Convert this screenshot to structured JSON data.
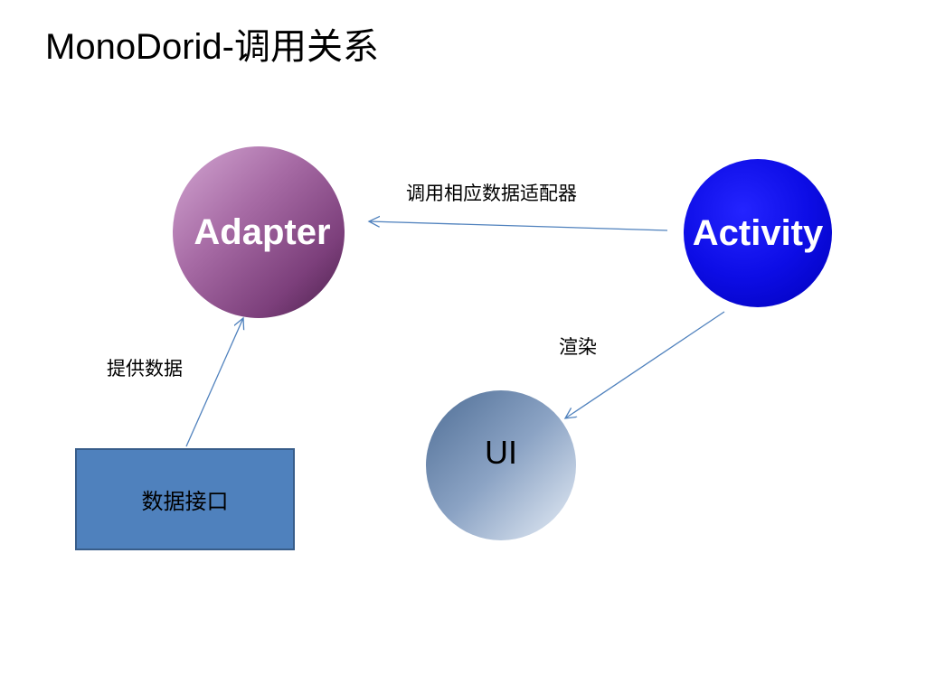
{
  "slide": {
    "title": "MonoDorid-调用关系"
  },
  "nodes": {
    "adapter": "Adapter",
    "activity": "Activity",
    "ui": "UI",
    "data_interface": "数据接口"
  },
  "edges": [
    {
      "from": "activity",
      "to": "adapter",
      "label": "调用相应数据适配器"
    },
    {
      "from": "activity",
      "to": "ui",
      "label": "渲染"
    },
    {
      "from": "data_interface",
      "to": "adapter",
      "label": "提供数据"
    }
  ],
  "colors": {
    "arrow": "#4f81bd",
    "adapter": "#a66aa4",
    "activity": "#0d0de6",
    "ui": "#8ba3c4",
    "data_interface": "#4f81bd"
  }
}
